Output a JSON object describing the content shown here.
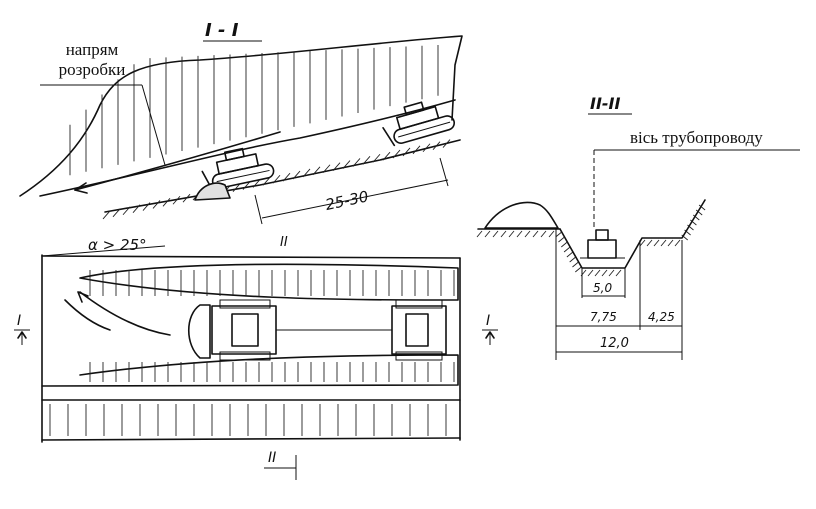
{
  "labels": {
    "section_1": "I - I",
    "section_2": "II-II",
    "direction_line1": "напрям",
    "direction_line2": "розробки",
    "pipe_axis": "вісь трубопроводу",
    "distance": "25-30",
    "angle": "α > 25°",
    "mark_I": "I",
    "mark_II": "II"
  },
  "dimensions": {
    "bottom_width": "5,0",
    "left_part": "7,75",
    "right_part": "4,25",
    "total_width": "12,0"
  }
}
